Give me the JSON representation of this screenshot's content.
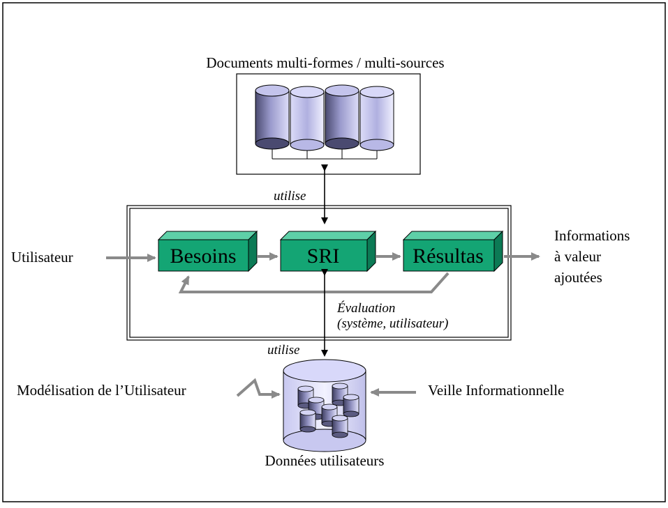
{
  "diagram": {
    "top_title": "Documents multi-formes / multi-sources",
    "uses_top": "utilise",
    "uses_bottom": "utilise",
    "input_label": "Utilisateur",
    "process_boxes": {
      "needs": "Besoins",
      "system": "SRI",
      "results": "Résultas"
    },
    "output_lines": [
      "Informations",
      "à valeur",
      "ajoutées"
    ],
    "evaluation_lines": [
      "Évaluation",
      "(système, utilisateur)"
    ],
    "left_source": "Modélisation de l’Utilisateur",
    "right_source": "Veille Informationnelle",
    "bottom_title": "Données utilisateurs"
  },
  "colors": {
    "box_front": "#14a574",
    "box_top": "#5ed0a8",
    "box_side": "#0c7a55",
    "cyl_light": "#c6c6ee",
    "cyl_dark": "#5c5c82",
    "arrow_gray": "#8a8a8a"
  }
}
